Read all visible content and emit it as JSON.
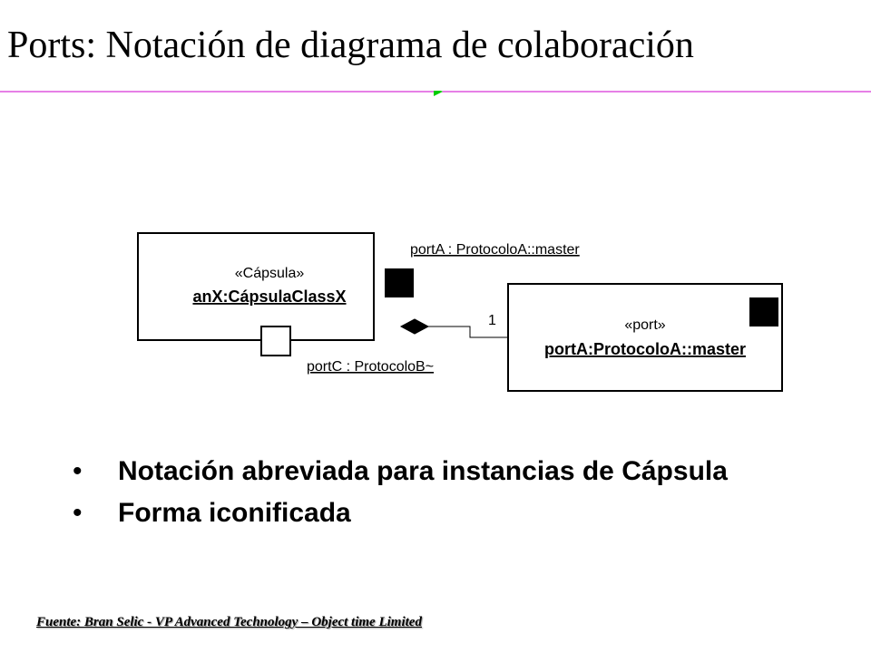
{
  "title": "Ports: Notación de diagrama de colaboración",
  "diagram": {
    "capsule": {
      "stereotype": "«Cápsula»",
      "name": "anX:CápsulaClassX"
    },
    "port_instance": {
      "stereotype": "«port»",
      "name": "portA:ProtocoloA::master"
    },
    "labels": {
      "portA": "portA : ProtocoloA::master",
      "portC": "portC : ProtocoloB~",
      "multiplicity": "1"
    },
    "colors": {
      "divider": "#cc00cc",
      "arrow": "#00cc00",
      "port_fill": "#000000"
    }
  },
  "bullets": [
    "Notación abreviada para instancias de Cápsula",
    "Forma iconificada"
  ],
  "bullet_symbol": "•",
  "footer": "Fuente: Bran Selic - VP Advanced Technology – Object time Limited"
}
